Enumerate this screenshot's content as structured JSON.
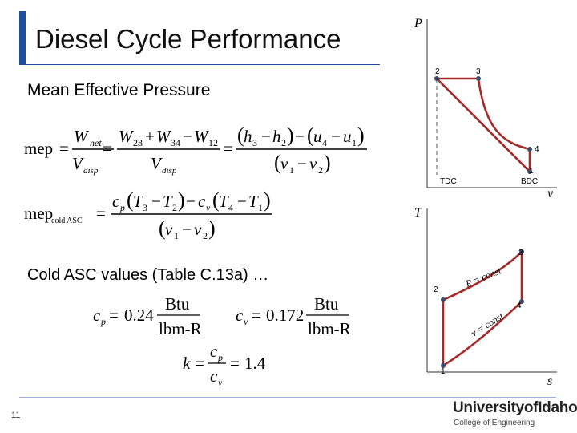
{
  "slide": {
    "title": "Diesel Cycle Performance",
    "subtitle": "Mean Effective Pressure",
    "note": "Cold ASC values (Table C.13a) …",
    "page_number": "11"
  },
  "equations": {
    "mep_lhs": "mep",
    "w_net": "W",
    "w_net_sub": "net",
    "v_disp": "V",
    "v_disp_sub": "disp",
    "w23": "W",
    "w23_sub": "23",
    "w34": "W",
    "w34_sub": "34",
    "w12": "W",
    "w12_sub": "12",
    "h3": "h",
    "h3_sub": "3",
    "h2": "h",
    "h2_sub": "2",
    "u4": "u",
    "u4_sub": "4",
    "u1": "u",
    "u1_sub": "1",
    "v1": "v",
    "v1_sub": "1",
    "v2": "v",
    "v2_sub": "2",
    "mep_cold_lhs": "mep",
    "mep_cold_sub": "cold ASC",
    "cp": "c",
    "cp_sub": "p",
    "cv": "c",
    "cv_sub": "v",
    "T3": "T",
    "T3_sub": "3",
    "T2": "T",
    "T2_sub": "2",
    "T4": "T",
    "T4_sub": "4",
    "T1": "T",
    "T1_sub": "1",
    "cp_value": "0.24",
    "cv_value": "0.172",
    "unit_num": "Btu",
    "unit_den": "lbm-R",
    "k": "k",
    "k_value": "1.4"
  },
  "pv_diagram": {
    "y_axis": "P",
    "x_axis": "v",
    "state_2": "2",
    "state_3": "3",
    "state_4": "4",
    "state_1": "1",
    "tdc": "TDC",
    "bdc": "BDC"
  },
  "ts_diagram": {
    "y_axis": "T",
    "x_axis": "s",
    "state_1": "1",
    "state_2": "2",
    "state_3": "3",
    "state_4": "4",
    "p_const": "P = const",
    "v_const": "v = const"
  },
  "logo": {
    "name": "UniversityofIdaho",
    "sub": "College of Engineering"
  },
  "colors": {
    "accent": "#1f4e9a",
    "curve": "#a52a2a",
    "point": "#3b4a6b"
  }
}
